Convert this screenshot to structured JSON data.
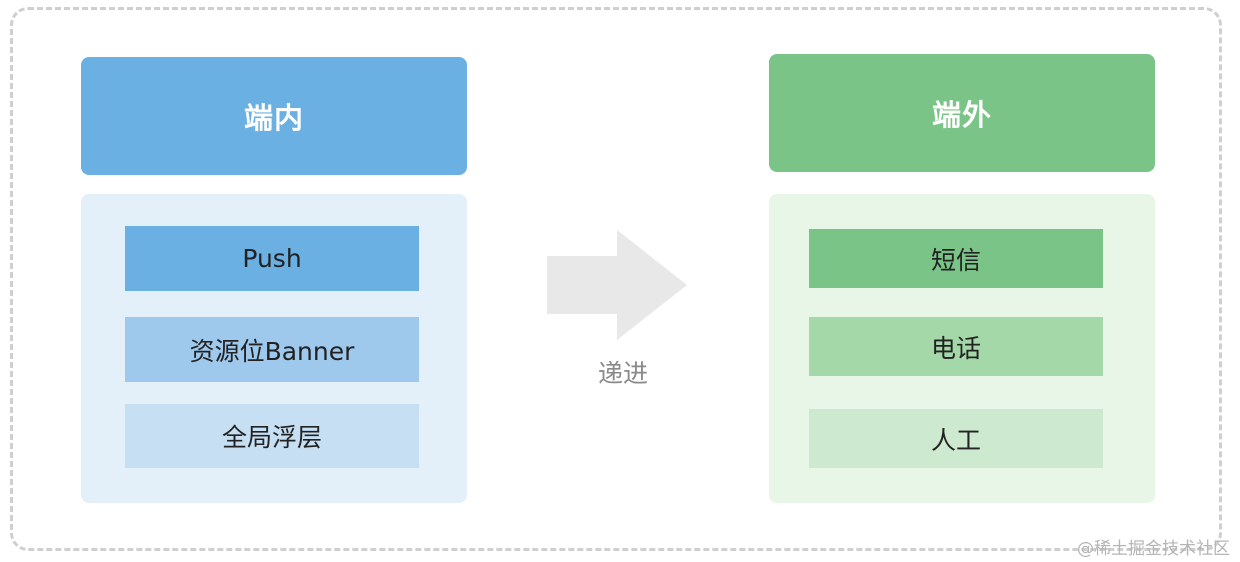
{
  "left": {
    "title": "端内",
    "items": [
      "Push",
      "资源位Banner",
      "全局浮层"
    ]
  },
  "right": {
    "title": "端外",
    "items": [
      "短信",
      "电话",
      "人工"
    ]
  },
  "arrow_label": "递进",
  "watermark": "@稀土掘金技术社区",
  "colors": {
    "left_header": "#6ab0e2",
    "left_panel": "#e3eff9",
    "left_item_1": "#6ab0e2",
    "left_item_2": "#9ec9ec",
    "left_item_3": "#c6dff3",
    "right_header": "#79c486",
    "right_panel": "#e7f6e6",
    "right_item_1": "#79c486",
    "right_item_2": "#a5d8a8",
    "right_item_3": "#cde9cf",
    "arrow": "#e8e8e8",
    "frame_border": "#cfcfcf"
  }
}
